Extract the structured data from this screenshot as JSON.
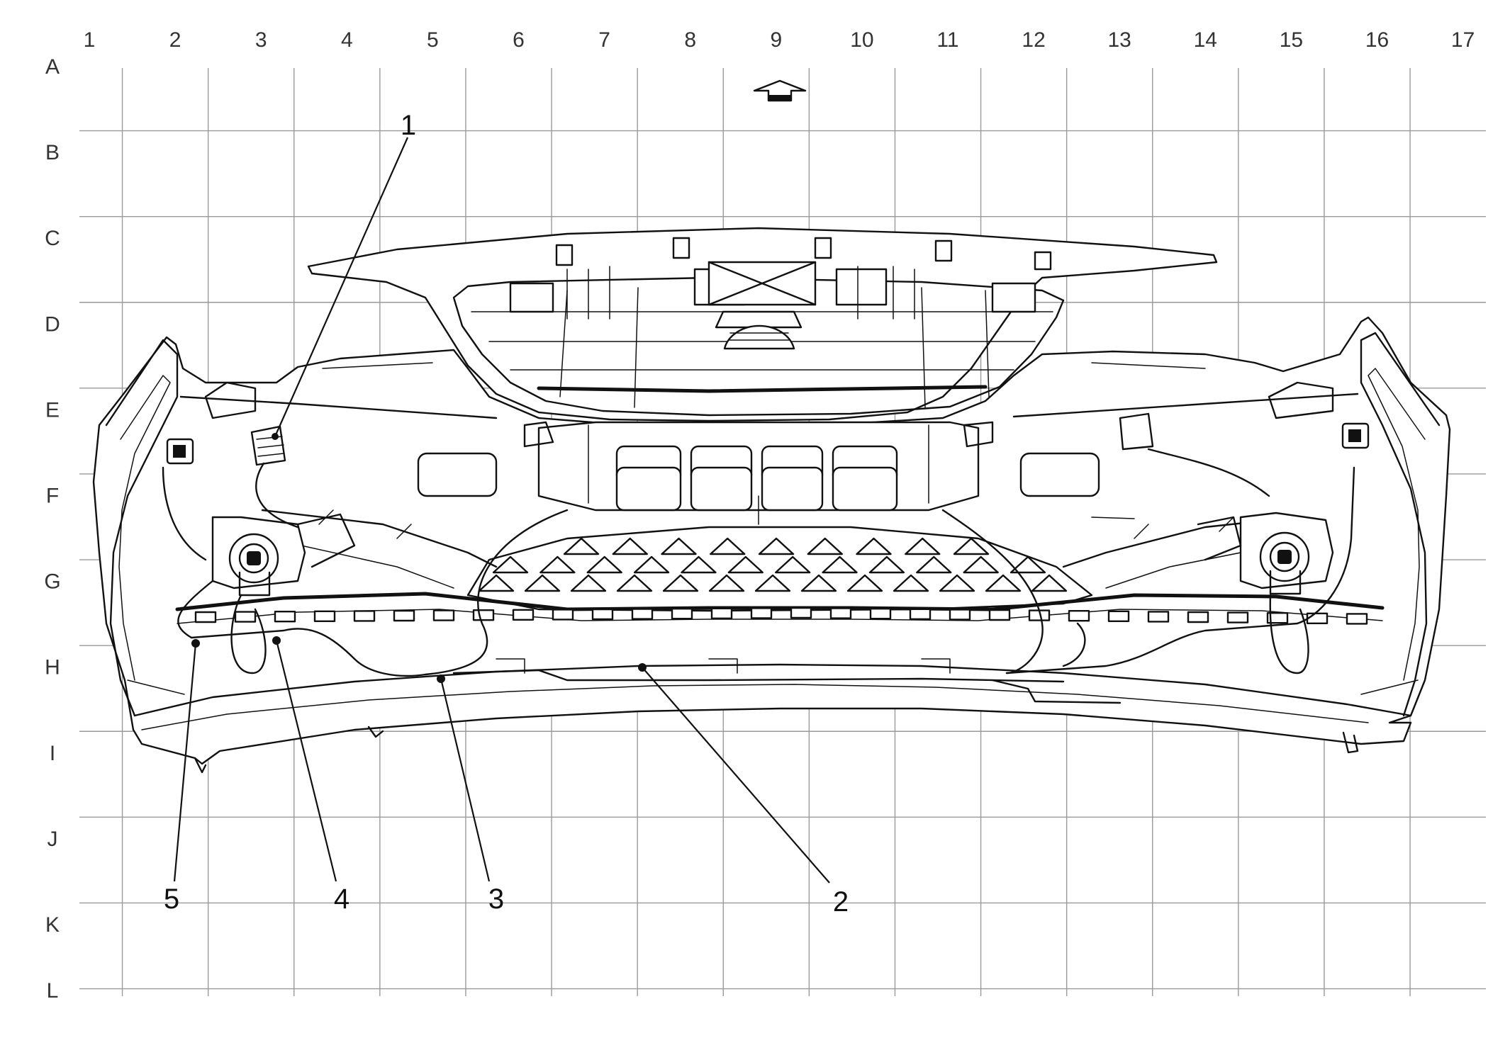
{
  "grid": {
    "columns": [
      "1",
      "2",
      "3",
      "4",
      "5",
      "6",
      "7",
      "8",
      "9",
      "10",
      "11",
      "12",
      "13",
      "14",
      "15",
      "16",
      "17"
    ],
    "rows": [
      "A",
      "B",
      "C",
      "D",
      "E",
      "F",
      "G",
      "H",
      "I",
      "J",
      "K",
      "L"
    ]
  },
  "callouts": [
    {
      "id": "1",
      "label": "1"
    },
    {
      "id": "2",
      "label": "2"
    },
    {
      "id": "3",
      "label": "3"
    },
    {
      "id": "4",
      "label": "4"
    },
    {
      "id": "5",
      "label": "5"
    }
  ],
  "icons": {
    "direction": "forward-arrow-icon"
  },
  "colors": {
    "ink": "#111111",
    "grid": "#9a9a9a",
    "background": "#ffffff"
  }
}
